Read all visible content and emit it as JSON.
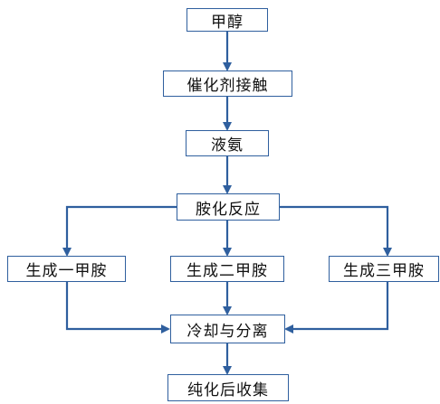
{
  "diagram": {
    "nodes": {
      "methanol": "甲醇",
      "catalyst_contact": "催化剂接触",
      "liquid_ammonia": "液氨",
      "amination": "胺化反应",
      "mono": "生成一甲胺",
      "di": "生成二甲胺",
      "tri": "生成三甲胺",
      "cool_separate": "冷却与分离",
      "purify_collect": "纯化后收集"
    },
    "edges": [
      {
        "from": "methanol",
        "to": "catalyst_contact"
      },
      {
        "from": "catalyst_contact",
        "to": "liquid_ammonia"
      },
      {
        "from": "liquid_ammonia",
        "to": "amination"
      },
      {
        "from": "amination",
        "to": "mono"
      },
      {
        "from": "amination",
        "to": "di"
      },
      {
        "from": "amination",
        "to": "tri"
      },
      {
        "from": "mono",
        "to": "cool_separate"
      },
      {
        "from": "di",
        "to": "cool_separate"
      },
      {
        "from": "tri",
        "to": "cool_separate"
      },
      {
        "from": "cool_separate",
        "to": "purify_collect"
      }
    ],
    "colors": {
      "line": "#2f5f9e",
      "text": "#111111",
      "background": "#ffffff"
    }
  }
}
